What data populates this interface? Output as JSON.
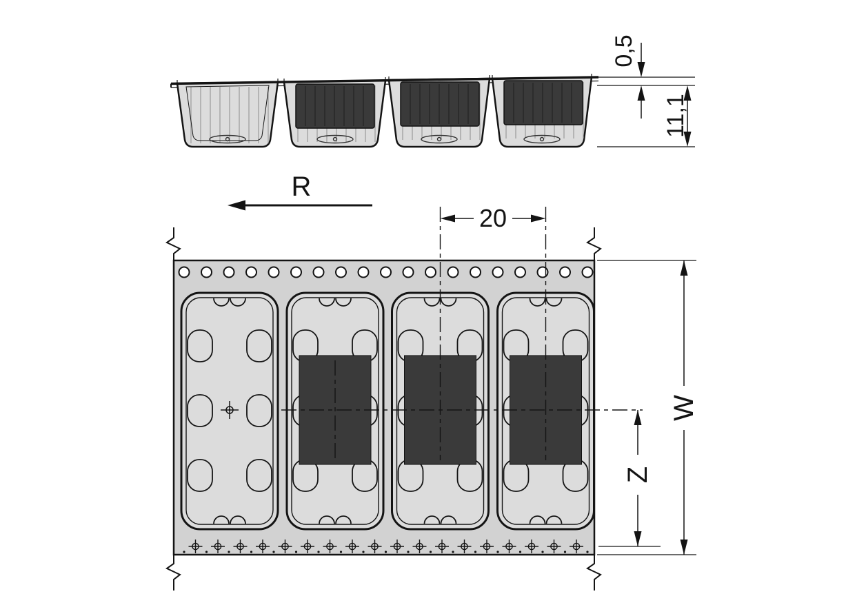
{
  "diagram": {
    "type": "technical-drawing",
    "subject": "carrier-tape-with-components",
    "labels": {
      "thickness": "0,5",
      "depth": "11,1",
      "direction": "R",
      "pitch": "20",
      "width": "W",
      "z": "Z"
    },
    "colors": {
      "line": "#141414",
      "tape_fill": "#d2d2d2",
      "pocket_fill": "#dcdcdc",
      "component_fill": "#3a3a3a",
      "background": "#ffffff"
    },
    "counts": {
      "sprocket_holes": 19,
      "locating_marks": 18,
      "pockets": 4,
      "loaded_pockets": 3
    }
  }
}
